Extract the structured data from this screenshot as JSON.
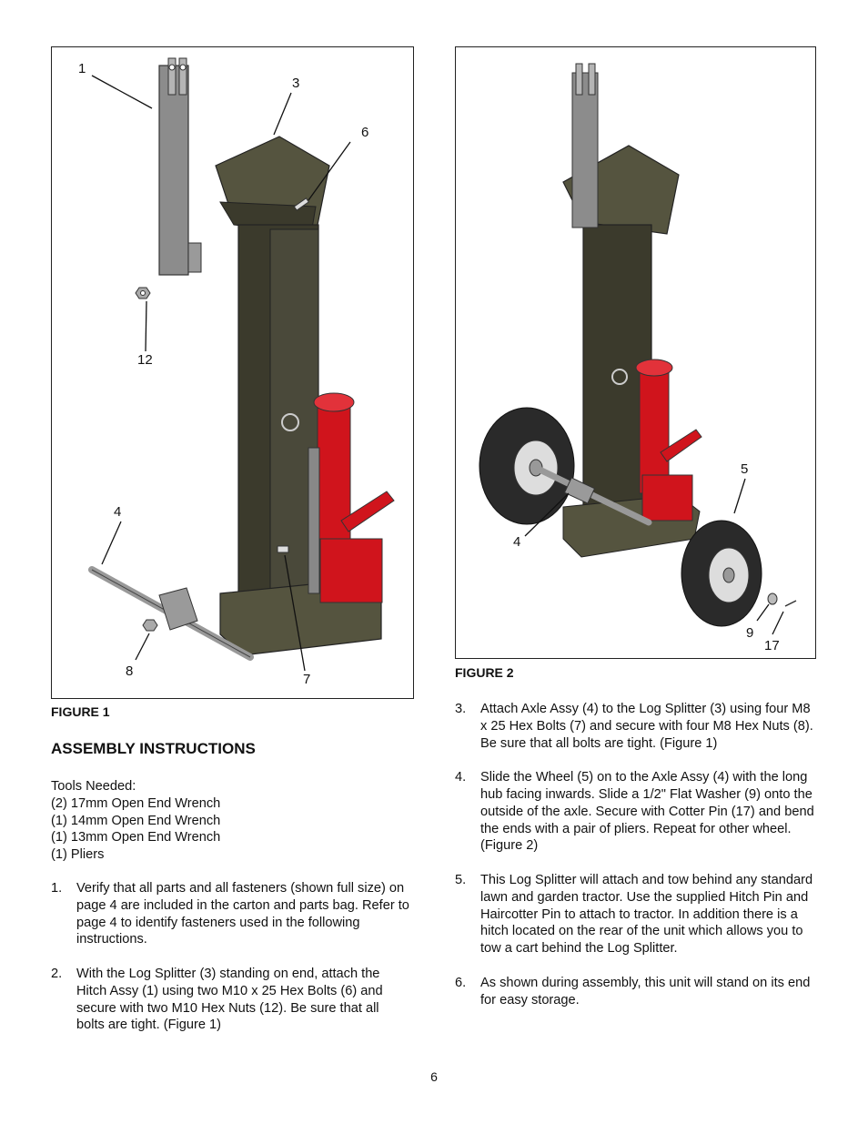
{
  "figure1": {
    "caption": "FIGURE 1",
    "callouts": [
      "1",
      "3",
      "6",
      "12",
      "4",
      "8",
      "7"
    ]
  },
  "figure2": {
    "caption": "FIGURE 2",
    "callouts": [
      "5",
      "4",
      "9",
      "17"
    ]
  },
  "heading": "ASSEMBLY INSTRUCTIONS",
  "tools": {
    "title": "Tools Needed:",
    "items": [
      "(2)  17mm Open End Wrench",
      "(1)  14mm Open End Wrench",
      "(1)  13mm Open End Wrench",
      "(1)  Pliers"
    ]
  },
  "steps": [
    {
      "num": "1.",
      "text": "Verify that all parts and all fasteners (shown full size) on page 4 are included in the carton and parts bag. Refer to page 4 to identify fasteners used in the following instructions."
    },
    {
      "num": "2.",
      "text": "With the Log Splitter (3) standing on end, attach the Hitch Assy (1) using two M10 x 25 Hex Bolts (6) and secure with two M10 Hex Nuts (12). Be sure that all bolts are tight. (Figure 1)"
    },
    {
      "num": "3.",
      "text": "Attach Axle Assy (4) to the Log Splitter (3) using four M8 x 25 Hex Bolts (7) and secure with four M8 Hex Nuts (8). Be sure that all bolts are tight. (Figure 1)"
    },
    {
      "num": "4.",
      "text": "Slide the Wheel (5) on to the Axle Assy (4) with the long hub facing inwards. Slide a 1/2\" Flat Washer (9) onto the outside of the axle. Secure with Cotter Pin (17) and bend the ends with a pair of pliers. Repeat for other wheel. (Figure 2)"
    },
    {
      "num": "5.",
      "text": "This Log Splitter will attach and tow behind any standard lawn and garden tractor. Use the supplied Hitch Pin and Haircotter Pin to attach to tractor. In addition there is a hitch located on the rear of the unit which allows you to tow a cart behind the Log Splitter."
    },
    {
      "num": "6.",
      "text": "As shown during assembly, this unit will stand on its end for easy storage."
    }
  ],
  "page_number": "6",
  "colors": {
    "body_dark": "#3b3a2c",
    "body_mid": "#55543f",
    "jack_red": "#d0141c",
    "hitch_grey": "#8c8c8c",
    "tire_black": "#2a2a2a"
  }
}
